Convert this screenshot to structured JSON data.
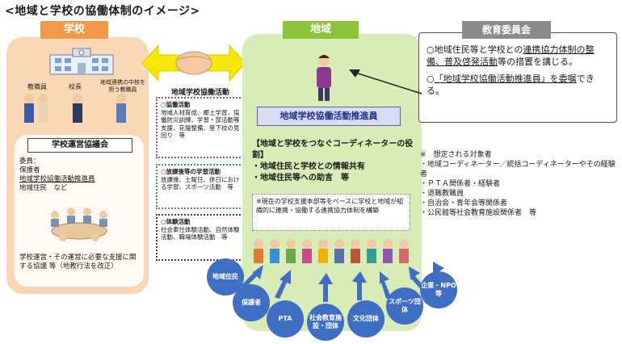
{
  "title": "<地域と学校の協働体制のイメージ>",
  "school": {
    "header": "学校",
    "people": [
      "教職員",
      "校長",
      "地域連携の中核を担う教職員"
    ],
    "council_title": "学校運営協議会",
    "council_members_label": "委員：",
    "council_members": [
      "保護者",
      "地域学校協働活動推進員",
      "地域住民　など"
    ],
    "council_role": "学校運営・その運営に必要な支援に関する協議 等（地教行法を改正）"
  },
  "activities": {
    "title": "地域学校協働活動",
    "boxes": [
      {
        "heading": "○協働活動",
        "body": "地域人材育成、郷土学習、協働防災訓練、学習・部活動等支援、花壇整備、登下校の見回り　等"
      },
      {
        "heading": "○放課後等の学習活動",
        "body": "放課後、土曜日、休日における学習、スポーツ活動　等"
      },
      {
        "heading": "○体験活動",
        "body": "社会奉仕体験活動、自然体験活動、職場体験活動　等"
      }
    ]
  },
  "region": {
    "header": "地域",
    "coordinator": "地域学校協働活動推進員",
    "role_lines": [
      "【地域と学校をつなぐコーディネーターの役割】",
      "・地域住民と学校との情報共有",
      "・地域住民等への助言　等"
    ],
    "note": "※現在の学校支援本部等をベースに学校と地域が組織的に連携・協働する連携協力体制を構築"
  },
  "board": {
    "header": "教育委員会",
    "items": [
      {
        "prefix": "○地域住民等と学校との",
        "underlined": "連携協力体制の整備、普及啓発活動",
        "suffix": "等の措置を講じる。"
      },
      {
        "prefix": "○",
        "underlined": "「地域学校協働活動推進員」を委嘱",
        "suffix": "できる。"
      }
    ]
  },
  "expected": {
    "heading": "※　想定される対象者",
    "items": [
      "・地域コーディネーター／統括コーディネーターやその経験者",
      "・ＰＴＡ関係者・経験者",
      "・退職教職員",
      "・自治会・青年会等関係者",
      "・公民館等社会教育施設関係者　等"
    ]
  },
  "stakeholders": [
    "地域住民",
    "保護者",
    "PTA",
    "社会教育施設・団体",
    "文化団体",
    "スポーツ団体",
    "企業・NPO等"
  ],
  "colors": {
    "school": "#fbd8b5",
    "region": "#d8ecb8",
    "board": "#8c8c8c",
    "arrow": "#3f6fc4",
    "handshake_arrow": "#f5e800"
  }
}
